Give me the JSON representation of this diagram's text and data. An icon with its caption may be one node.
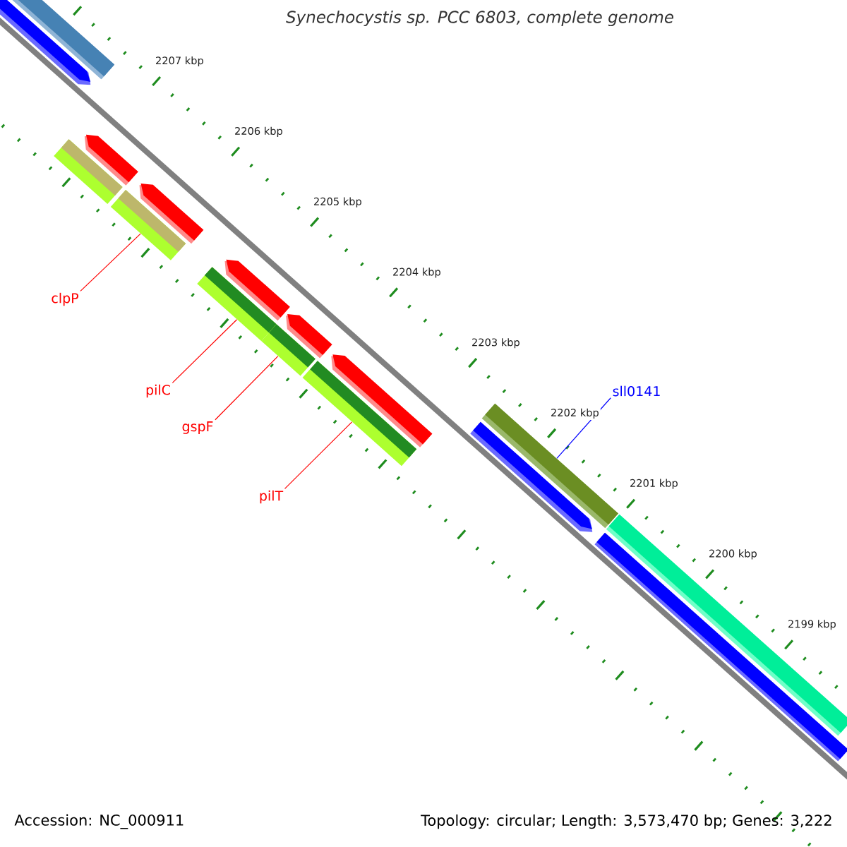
{
  "diagram": {
    "title": "Synechocystis sp. PCC 6803, complete genome",
    "nodes": [
      {
        "text": [
          "clpP"
        ]
      },
      {
        "text": [
          "pilC"
        ]
      },
      {
        "text": [
          "gspF"
        ]
      },
      {
        "text": [
          "pilT"
        ]
      },
      {
        "text": [
          "sll0141"
        ]
      },
      {
        "text": [],
        "shape": "bar"
      },
      {
        "text": [],
        "shape": "bar"
      },
      {
        "text": [],
        "shape": "bar"
      },
      {
        "text": [],
        "shape": "bar"
      },
      {
        "text": [],
        "shape": "bar"
      },
      {
        "text": [],
        "shape": "bar"
      },
      {
        "text": [],
        "shape": "arrow"
      },
      {
        "text": [],
        "shape": "bar"
      },
      {
        "text": [],
        "shape": "arrow"
      },
      {
        "text": [],
        "shape": "arrow"
      },
      {
        "text": [],
        "shape": "arrow"
      },
      {
        "text": [],
        "shape": "arrow"
      },
      {
        "text": [],
        "shape": "arrow"
      },
      {
        "text": [],
        "shape": "arrow"
      },
      {
        "text": [],
        "shape": "bar"
      },
      {
        "text": [],
        "shape": "bar"
      }
    ],
    "edges": [
      {
        "from": 0,
        "to": 5,
        "arrow": "none"
      },
      {
        "from": 1,
        "to": 6,
        "arrow": "none"
      },
      {
        "from": 2,
        "to": 7,
        "arrow": "none"
      },
      {
        "from": 3,
        "to": 8,
        "arrow": "none"
      },
      {
        "from": 4,
        "to": 9,
        "arrow": "none",
        "color": "#0000ff"
      }
    ],
    "labels": [
      "2207 kbp",
      "2206 kbp",
      "2205 kbp",
      "2204 kbp",
      "2203 kbp",
      "2202 kbp",
      "2201 kbp",
      "2200 kbp",
      "2199 kbp",
      "Accession: NC_000911",
      "Topology: circular; Length: 3,573,470 bp; Genes: 3,222"
    ]
  }
}
